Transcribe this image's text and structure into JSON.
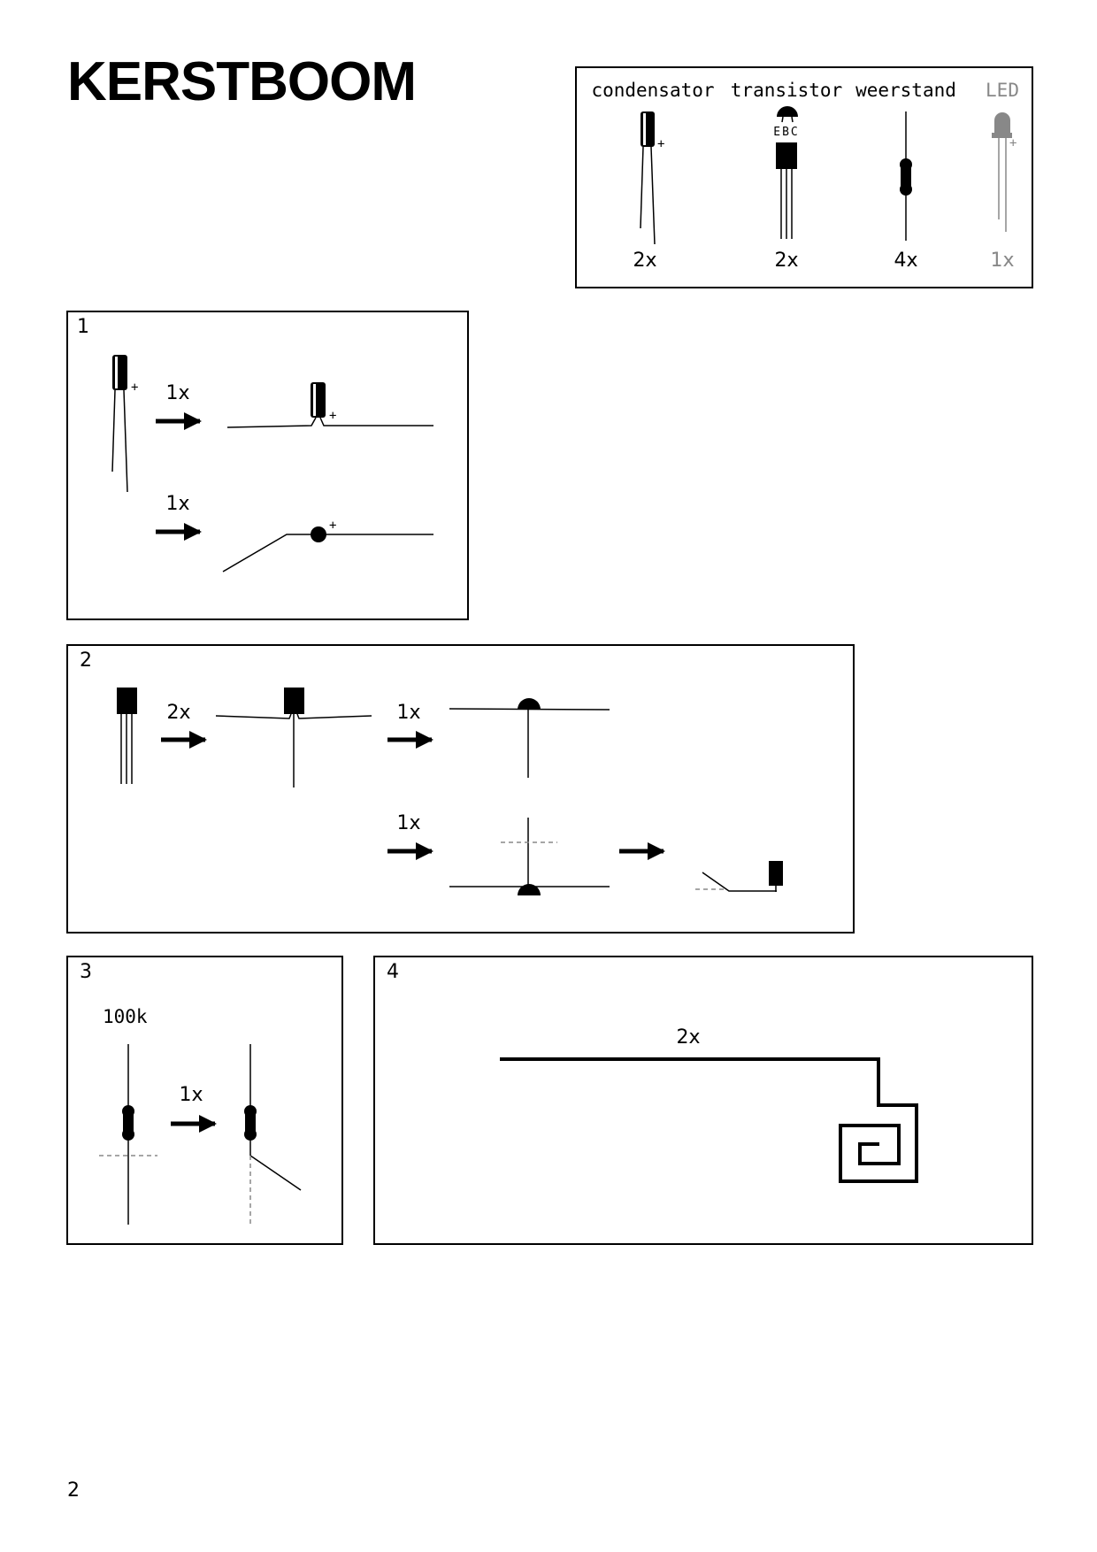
{
  "page": {
    "title": "KERSTBOOM",
    "page_number": "2"
  },
  "parts": [
    {
      "name": "condensator",
      "count": "2x"
    },
    {
      "name": "transistor",
      "count": "2x",
      "pins": "EBC"
    },
    {
      "name": "weerstand",
      "count": "4x"
    },
    {
      "name": "LED",
      "count": "1x"
    }
  ],
  "steps": [
    {
      "number": "1",
      "rows": [
        {
          "qty": "1x"
        },
        {
          "qty": "1x"
        }
      ]
    },
    {
      "number": "2",
      "rows": [
        {
          "qty": "2x"
        },
        {
          "qty": "1x"
        },
        {
          "qty": "1x"
        }
      ]
    },
    {
      "number": "3",
      "value": "100k",
      "rows": [
        {
          "qty": "1x"
        }
      ]
    },
    {
      "number": "4",
      "rows": [
        {
          "qty": "2x"
        }
      ]
    }
  ],
  "colors": {
    "ink": "#000000",
    "led": "#888888",
    "dashed": "#888888"
  }
}
